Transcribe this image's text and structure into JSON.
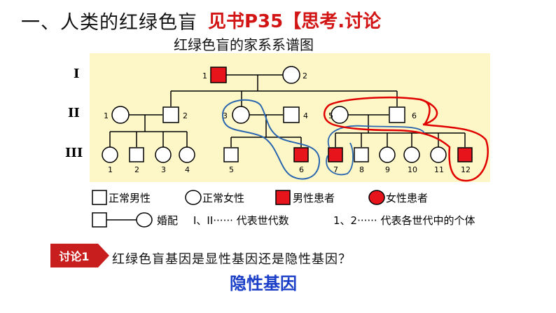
{
  "header": {
    "title": "一、人类的红绿色盲",
    "reference": "见书P35【思考.讨论"
  },
  "diagram": {
    "title": "红绿色盲的家系系谱图",
    "generation_labels": [
      "I",
      "II",
      "III"
    ],
    "individual_labels": {
      "g1": [
        "1",
        "2"
      ],
      "g2": [
        "1",
        "2",
        "3",
        "4",
        "5",
        "6"
      ],
      "g3": [
        "1",
        "2",
        "3",
        "4",
        "5",
        "6",
        "7",
        "8",
        "9",
        "10",
        "11",
        "12"
      ]
    }
  },
  "legend": {
    "normal_male": "正常男性",
    "normal_female": "正常女性",
    "affected_male": "男性患者",
    "affected_female": "女性患者",
    "marriage": "婚配",
    "generation_note": "I、II······ 代表世代数",
    "individual_note": "1、2······ 代表各世代中的个体"
  },
  "discussion": {
    "badge": "讨论1",
    "question": "红绿色盲基因是显性基因还是隐性基因？",
    "answer": "隐性基因"
  },
  "colors": {
    "affected": "#e8141c",
    "pedigree_bg": "#fdf6c6",
    "annotation_red": "#e00000",
    "annotation_blue": "#2a66b0",
    "answer_blue": "#1a3ec8",
    "badge_red": "#c81e1e"
  }
}
